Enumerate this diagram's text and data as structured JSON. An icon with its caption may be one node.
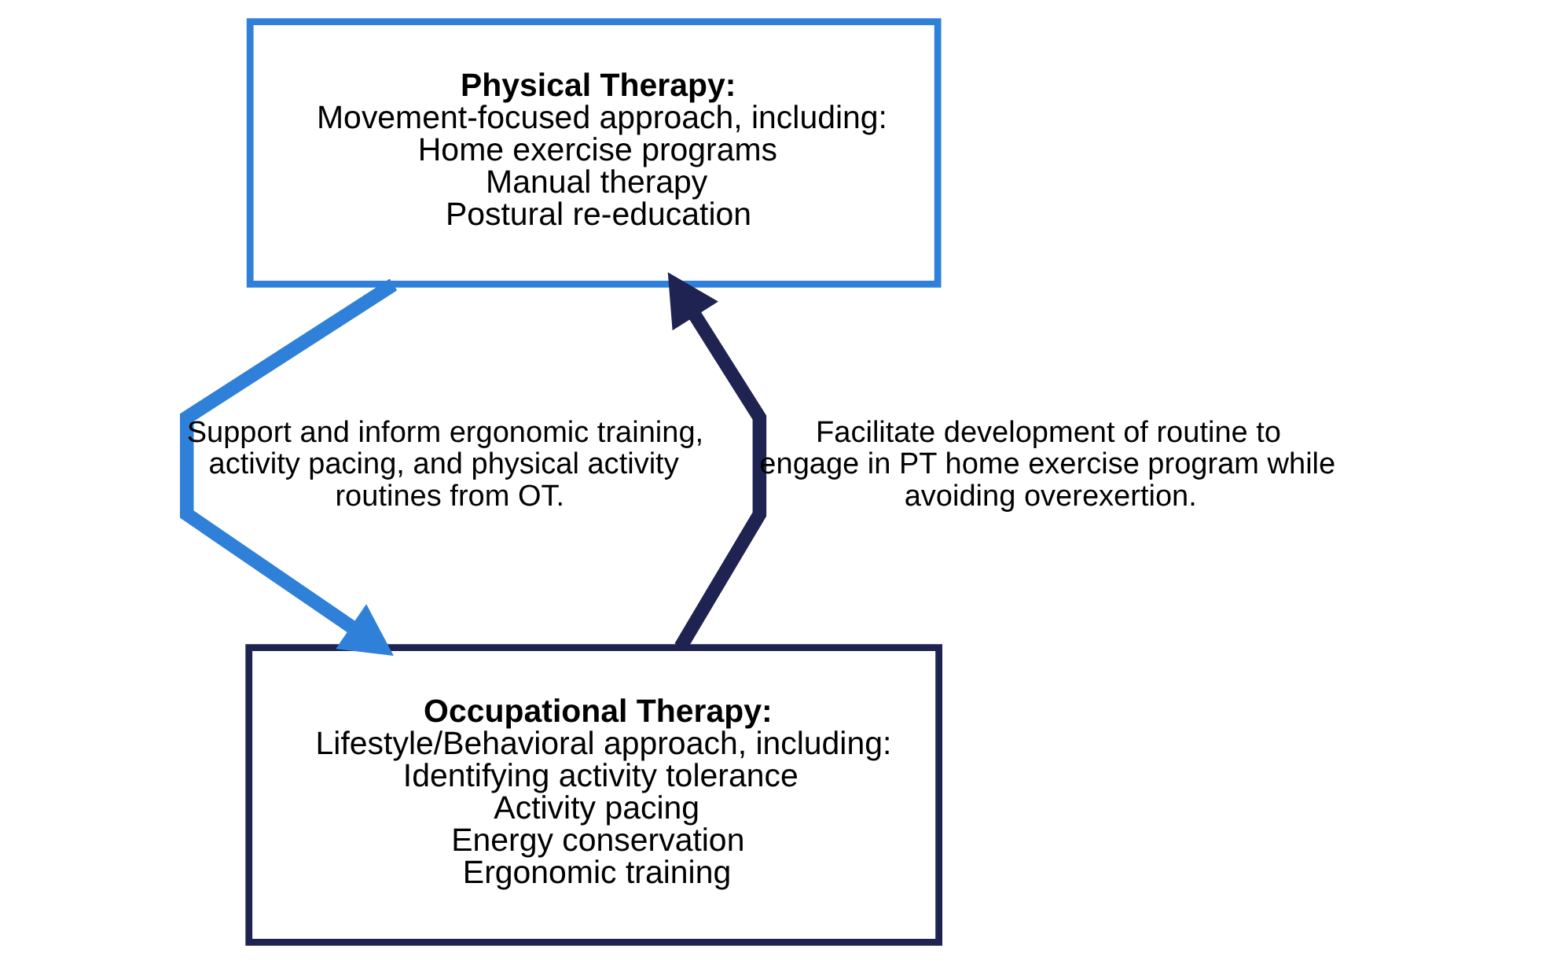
{
  "diagram": {
    "nodes": [
      {
        "text": [
          "Physical Therapy:",
          "Movement-focused approach, including:",
          "Home exercise programs",
          "Manual therapy",
          "Postural re-education"
        ]
      },
      {
        "text": [
          "Occupational Therapy:",
          "Lifestyle/Behavioral approach, including:",
          "Identifying activity tolerance",
          "Activity pacing",
          "Energy conservation",
          "Ergonomic training"
        ]
      }
    ],
    "edges": [
      {
        "from": 0,
        "to": 1,
        "arrow": "to",
        "label": "Support and inform ergonomic training, activity pacing, and physical activity routines from OT.",
        "color": "#2f80d8"
      },
      {
        "from": 1,
        "to": 0,
        "arrow": "to",
        "label": "Facilitate development of routine to engage in PT home exercise program while avoiding overexertion.",
        "color": "#1f2352"
      }
    ]
  }
}
